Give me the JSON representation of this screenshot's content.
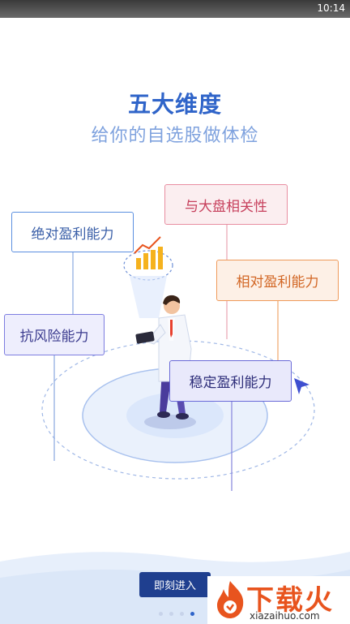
{
  "status_bar": {
    "time": "10:14"
  },
  "intro": {
    "title": "五大维度",
    "subtitle": "给你的自选股做体检"
  },
  "dimensions": {
    "market_correlation": "与大盘相关性",
    "absolute_profit": "绝对盈利能力",
    "relative_profit": "相对盈利能力",
    "risk_resistance": "抗风险能力",
    "stable_profit": "稳定盈利能力"
  },
  "actions": {
    "enter_label": "即刻进入"
  },
  "pager": {
    "count": 4,
    "active_index": 3
  },
  "watermark": {
    "brand": "下载火",
    "domain": "xiazaihuo.com"
  },
  "colors": {
    "accent": "#2f64c9",
    "button": "#1f3f8f",
    "watermark": "#e8541e"
  }
}
